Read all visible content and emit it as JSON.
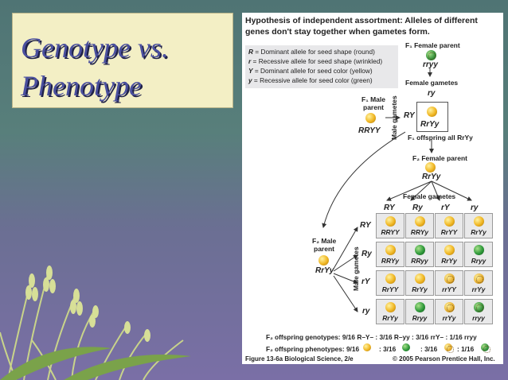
{
  "slide": {
    "title_line1": "Genotype vs.",
    "title_line2": "Phenotype"
  },
  "figure": {
    "hypothesis_line1": "Hypothesis of independent assortment: Alleles of different",
    "hypothesis_line2": "genes don't stay together  when gametes form.",
    "legend": [
      {
        "sym": "R",
        "text": " = Dominant allele for seed shape (round)"
      },
      {
        "sym": "r",
        "text": " = Recessive allele for seed shape (wrinkled)"
      },
      {
        "sym": "Y",
        "text": " = Dominant allele for seed color (yellow)"
      },
      {
        "sym": "y",
        "text": " = Recessive allele for seed color (green)"
      }
    ],
    "f1_female_parent": "F₁ Female parent",
    "f1_female_genotype": "rryy",
    "female_gametes_label": "Female gametes",
    "female_gamete_f1": "ry",
    "f1_male_parent_line1": "F₁ Male",
    "f1_male_parent_line2": "parent",
    "f1_male_genotype": "RRYY",
    "male_gametes_label": "Male gametes",
    "male_gamete_f1": "RY",
    "f1_cell_genotype": "RrYy",
    "f1_offspring": "F₁ offspring all RrYy",
    "f2_female_parent": "F₂ Female parent",
    "f2_female_genotype": "RrYy",
    "female_gametes_label_2": "Female gametes",
    "female_gametes": [
      "RY",
      "Ry",
      "rY",
      "ry"
    ],
    "f2_male_parent_line1": "F₂ Male",
    "f2_male_parent_line2": "parent",
    "f2_male_genotype": "RrYy",
    "male_gametes_label_2": "Male gametes",
    "male_gametes": [
      "RY",
      "Ry",
      "rY",
      "ry"
    ],
    "grid": [
      [
        {
          "g": "RRYY",
          "p": "yr"
        },
        {
          "g": "RRYy",
          "p": "yr"
        },
        {
          "g": "RrYY",
          "p": "yr"
        },
        {
          "g": "RrYy",
          "p": "yr"
        }
      ],
      [
        {
          "g": "RRYy",
          "p": "yr"
        },
        {
          "g": "RRyy",
          "p": "gr"
        },
        {
          "g": "RrYy",
          "p": "yr"
        },
        {
          "g": "Rryy",
          "p": "gr"
        }
      ],
      [
        {
          "g": "RrYY",
          "p": "yr"
        },
        {
          "g": "RrYy",
          "p": "yr"
        },
        {
          "g": "rrYY",
          "p": "yw"
        },
        {
          "g": "rrYy",
          "p": "yw"
        }
      ],
      [
        {
          "g": "RrYy",
          "p": "yr"
        },
        {
          "g": "Rryy",
          "p": "gr"
        },
        {
          "g": "rrYy",
          "p": "yw"
        },
        {
          "g": "rryy",
          "p": "gw"
        }
      ]
    ],
    "f2_genotypes": "F₂ offspring genotypes: 9/16 R–Y–  : 3/16 R–yy  : 3/16 rrY–  : 1/16 rryy",
    "f2_phenotypes_label": "F₂ offspring phenotypes: 9/16",
    "ratio_2": ": 3/16",
    "ratio_3": ": 3/16",
    "ratio_4": ": 1/16",
    "caption": "Figure 13-6a  Biological Science, 2/e",
    "copyright": "© 2005 Pearson Prentice Hall, Inc."
  }
}
